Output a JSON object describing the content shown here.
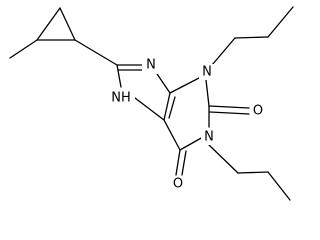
{
  "molecule": {
    "atoms": {
      "n_imidazole_top": "N",
      "n3": "N",
      "nh7": "NH",
      "n1": "N",
      "o2": "O",
      "o6": "O"
    }
  },
  "colors": {
    "bond": "#000000",
    "label": "#000000",
    "background": "#ffffff"
  }
}
